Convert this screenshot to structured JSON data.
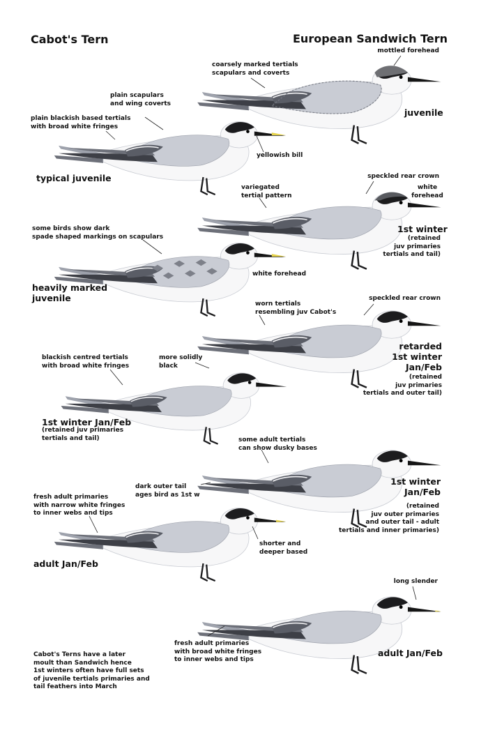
{
  "titles": {
    "left": "Cabot's Tern",
    "right": "European Sandwich Tern"
  },
  "cabots": [
    {
      "label": "typical juvenile",
      "annotations": [
        "plain scapulars\nand wing coverts",
        "plain blackish based tertials\nwith broad white fringes",
        "yellowish bill"
      ]
    },
    {
      "label": "heavily marked\njuvenile",
      "annotations": [
        "some birds show dark\nspade shaped markings on scapulars",
        "white forehead"
      ]
    },
    {
      "label": "1st winter Jan/Feb",
      "sublabel": "(retained juv primaries\ntertials and tail)",
      "annotations": [
        "blackish centred tertials\nwith broad white fringes",
        "more solidly\nblack"
      ]
    },
    {
      "label": "adult Jan/Feb",
      "annotations": [
        "fresh adult primaries\nwith narrow white fringes\nto inner webs and tips",
        "shorter and\ndeeper based"
      ]
    }
  ],
  "sandwich": [
    {
      "label": "juvenile",
      "annotations": [
        "mottled forehead",
        "coarsely marked tertials\nscapulars and coverts"
      ]
    },
    {
      "label": "1st winter",
      "sublabel": "(retained\njuv primaries\ntertials and tail)",
      "annotations": [
        "speckled rear crown",
        "white\nforehead",
        "variegated\ntertial pattern"
      ]
    },
    {
      "label": "retarded\n1st winter\nJan/Feb",
      "sublabel": "(retained\njuv primaries\ntertials and outer tail)",
      "annotations": [
        "speckled rear crown",
        "worn tertials\nresembling juv Cabot's"
      ]
    },
    {
      "label": "1st winter\nJan/Feb",
      "sublabel": "(retained\njuv outer primaries\nand outer tail - adult\ntertials and inner primaries)",
      "annotations": [
        "some adult tertials\ncan show dusky bases",
        "dark outer tail\nages bird as 1st w"
      ]
    },
    {
      "label": "adult Jan/Feb",
      "annotations": [
        "long slender",
        "fresh adult primaries\nwith broad white fringes\nto inner webs and tips"
      ]
    }
  ],
  "footnote": "Cabot's Terns have a later\nmoult than Sandwich hence\n1st winters often have full sets\nof juvenile tertials primaries and\ntail feathers into March",
  "colors": {
    "mantle": "#c9ccd4",
    "wing_shade": "#a9adb8",
    "primaries_dark": "#3d3f46",
    "cap": "#1c1c1e",
    "body": "#f7f7f8",
    "bill": "#151515",
    "cabot_bill_tip": "#e5d24a",
    "legs": "#1d1d1f"
  }
}
